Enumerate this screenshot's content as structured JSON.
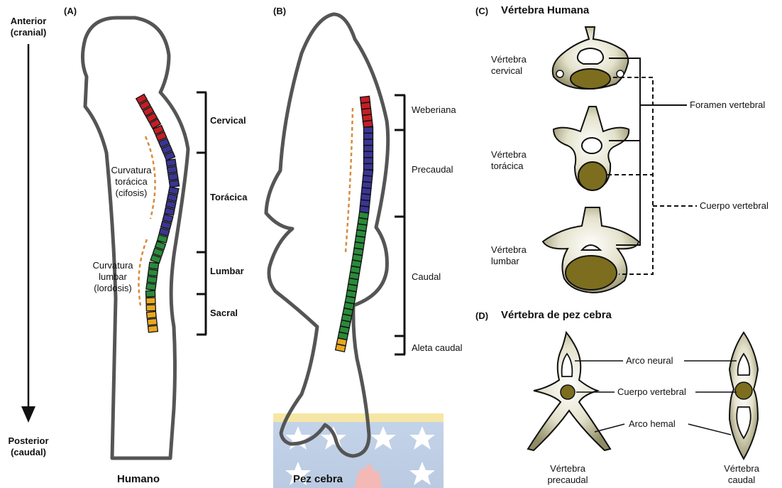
{
  "axis": {
    "anterior_line1": "Anterior",
    "anterior_line2": "(cranial)",
    "posterior_line1": "Posterior",
    "posterior_line2": "(caudal)"
  },
  "panel_a": {
    "letter": "(A)",
    "caption": "Humano",
    "regions": [
      "Cervical",
      "Torácica",
      "Lumbar",
      "Sacral"
    ],
    "curve_thoracic": [
      "Curvatura",
      "torácica",
      "(cifosis)"
    ],
    "curve_lumbar": [
      "Curvatura",
      "lumbar",
      "(lordosis)"
    ]
  },
  "panel_b": {
    "letter": "(B)",
    "caption": "Pez cebra",
    "regions": [
      "Weberiana",
      "Precaudal",
      "Caudal",
      "Aleta caudal"
    ]
  },
  "panel_c": {
    "letter": "(C)",
    "title": "Vértebra Humana",
    "cervical": [
      "Vértebra",
      "cervical"
    ],
    "toracica": [
      "Vértebra",
      "torácica"
    ],
    "lumbar": [
      "Vértebra",
      "lumbar"
    ],
    "foramen": "Foramen vertebral",
    "cuerpo": "Cuerpo vertebral"
  },
  "panel_d": {
    "letter": "(D)",
    "title": "Vértebra de pez cebra",
    "arco_neural": "Arco neural",
    "cuerpo": "Cuerpo vertebral",
    "arco_hemal": "Arco hemal",
    "precaudal": [
      "Vértebra",
      "precaudal"
    ],
    "caudal": [
      "Vértebra",
      "caudal"
    ]
  },
  "colors": {
    "cervical": "#c41e24",
    "thoracic": "#3a3592",
    "lumbar": "#2a8a3a",
    "sacral": "#e8a820",
    "outline": "#555555",
    "curve": "#d98a3a",
    "bone": "#d9d7c0",
    "bone_dark": "#8f8b64",
    "body_fill": "#7d6d1e"
  }
}
